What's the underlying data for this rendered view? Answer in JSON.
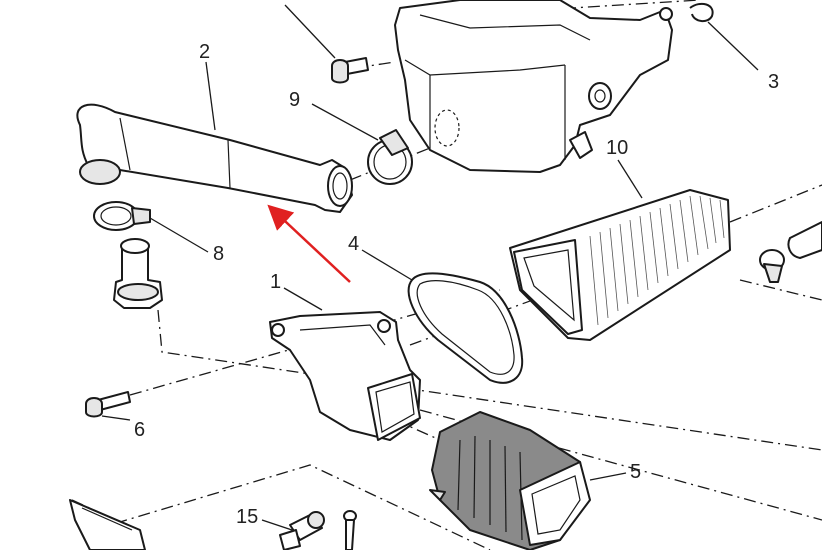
{
  "callouts": {
    "c1": "1",
    "c2": "2",
    "c3": "3",
    "c4": "4",
    "c5": "5",
    "c6": "6",
    "c8": "8",
    "c9": "9",
    "c10": "10",
    "c15": "15"
  },
  "colors": {
    "line": "#1a1a1a",
    "highlight_arrow": "#e02020",
    "boot_fill": "#8a8a8a"
  }
}
